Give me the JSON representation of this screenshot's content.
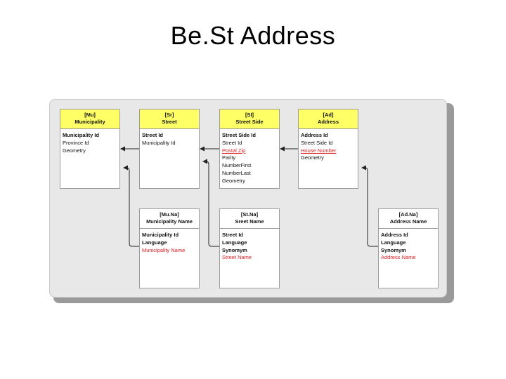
{
  "slide": {
    "title": "Be.St Address"
  },
  "entities": {
    "mu": {
      "code": "[Mu]",
      "name": "Municipality",
      "fields": [
        {
          "text": "Municipality Id",
          "bold": true
        },
        {
          "text": "Province Id"
        },
        {
          "text": "Geometry"
        }
      ]
    },
    "sr": {
      "code": "[Sr]",
      "name": "Street",
      "fields": [
        {
          "text": "Street Id",
          "bold": true
        },
        {
          "text": "Municipality Id"
        }
      ]
    },
    "si": {
      "code": "[SI]",
      "name": "Street Side",
      "fields": [
        {
          "text": "Street Side Id",
          "bold": true
        },
        {
          "text": "Street Id"
        },
        {
          "text": "Postal Zip",
          "red": true,
          "underline": true
        },
        {
          "text": "Parity"
        },
        {
          "text": "NumberFirst"
        },
        {
          "text": "NumberLast"
        },
        {
          "text": "Geometry"
        }
      ]
    },
    "ad": {
      "code": "[Ad]",
      "name": "Address",
      "fields": [
        {
          "text": "Address Id",
          "bold": true
        },
        {
          "text": "Street Side Id"
        },
        {
          "text": "House Number",
          "red": true,
          "underline": true
        },
        {
          "text": "Geometry"
        }
      ]
    },
    "muna": {
      "code": "[Mu.Na]",
      "name": "Municipality Name",
      "fields": [
        {
          "text": "Municipality Id",
          "bold": true
        },
        {
          "text": "Language",
          "bold": true
        },
        {
          "text": "Municipality Name",
          "red": true
        }
      ]
    },
    "stna": {
      "code": "[St.Na]",
      "name": "Sreet Name",
      "fields": [
        {
          "text": "Street Id",
          "bold": true
        },
        {
          "text": "Language",
          "bold": true
        },
        {
          "text": "Synomym",
          "bold": true
        },
        {
          "text": "Street Name",
          "red": true
        }
      ]
    },
    "adna": {
      "code": "[Ad.Na]",
      "name": "Address Name",
      "fields": [
        {
          "text": "Address Id",
          "bold": true
        },
        {
          "text": "Language",
          "bold": true
        },
        {
          "text": "Synomym",
          "bold": true
        },
        {
          "text": "Address Name",
          "red": true
        }
      ]
    }
  },
  "colors": {
    "header_main": "#ffff66",
    "header_name": "#ffffff",
    "highlight": "#e02020",
    "panel": "#e8e8e8"
  }
}
